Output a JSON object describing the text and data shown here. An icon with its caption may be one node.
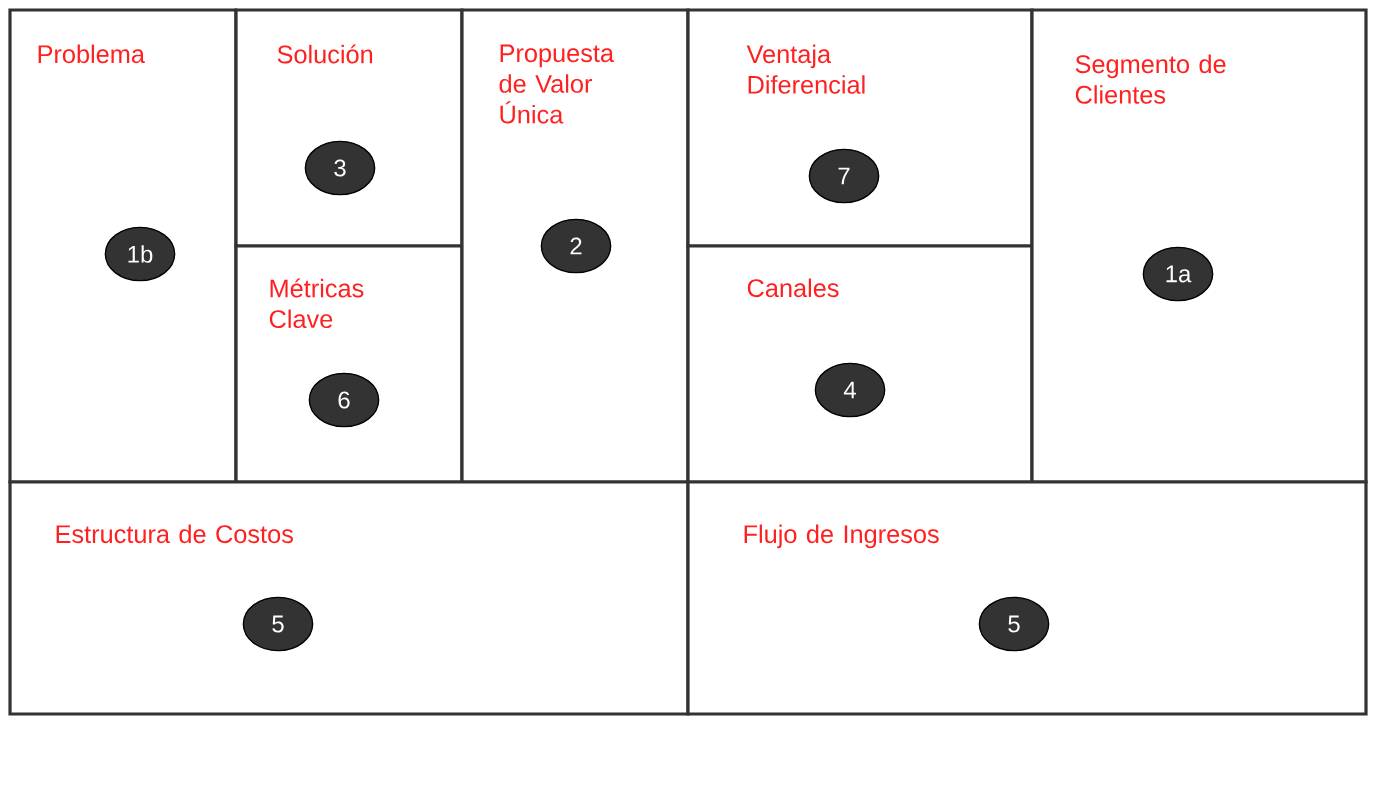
{
  "diagram": {
    "nodes": [
      {
        "text": [
          "Problema"
        ]
      },
      {
        "text": [
          "1b"
        ],
        "in": 0
      },
      {
        "text": [
          "Solución"
        ]
      },
      {
        "text": [
          "3"
        ],
        "in": 2
      },
      {
        "text": [
          "Métricas Clave"
        ]
      },
      {
        "text": [
          "6"
        ],
        "in": 4
      },
      {
        "text": [
          "Propuesta de Valor Única"
        ]
      },
      {
        "text": [
          "2"
        ],
        "in": 6
      },
      {
        "text": [
          "Ventaja Diferencial"
        ]
      },
      {
        "text": [
          "7"
        ],
        "in": 8
      },
      {
        "text": [
          "Canales"
        ]
      },
      {
        "text": [
          "4"
        ],
        "in": 10
      },
      {
        "text": [
          "Segmento de Clientes"
        ]
      },
      {
        "text": [
          "1a"
        ],
        "in": 12
      },
      {
        "text": [
          "Estructura de Costos"
        ]
      },
      {
        "text": [
          "5"
        ],
        "in": 14
      },
      {
        "text": [
          "Flujo de Ingresos"
        ]
      },
      {
        "text": [
          "5"
        ],
        "in": 16
      }
    ]
  }
}
